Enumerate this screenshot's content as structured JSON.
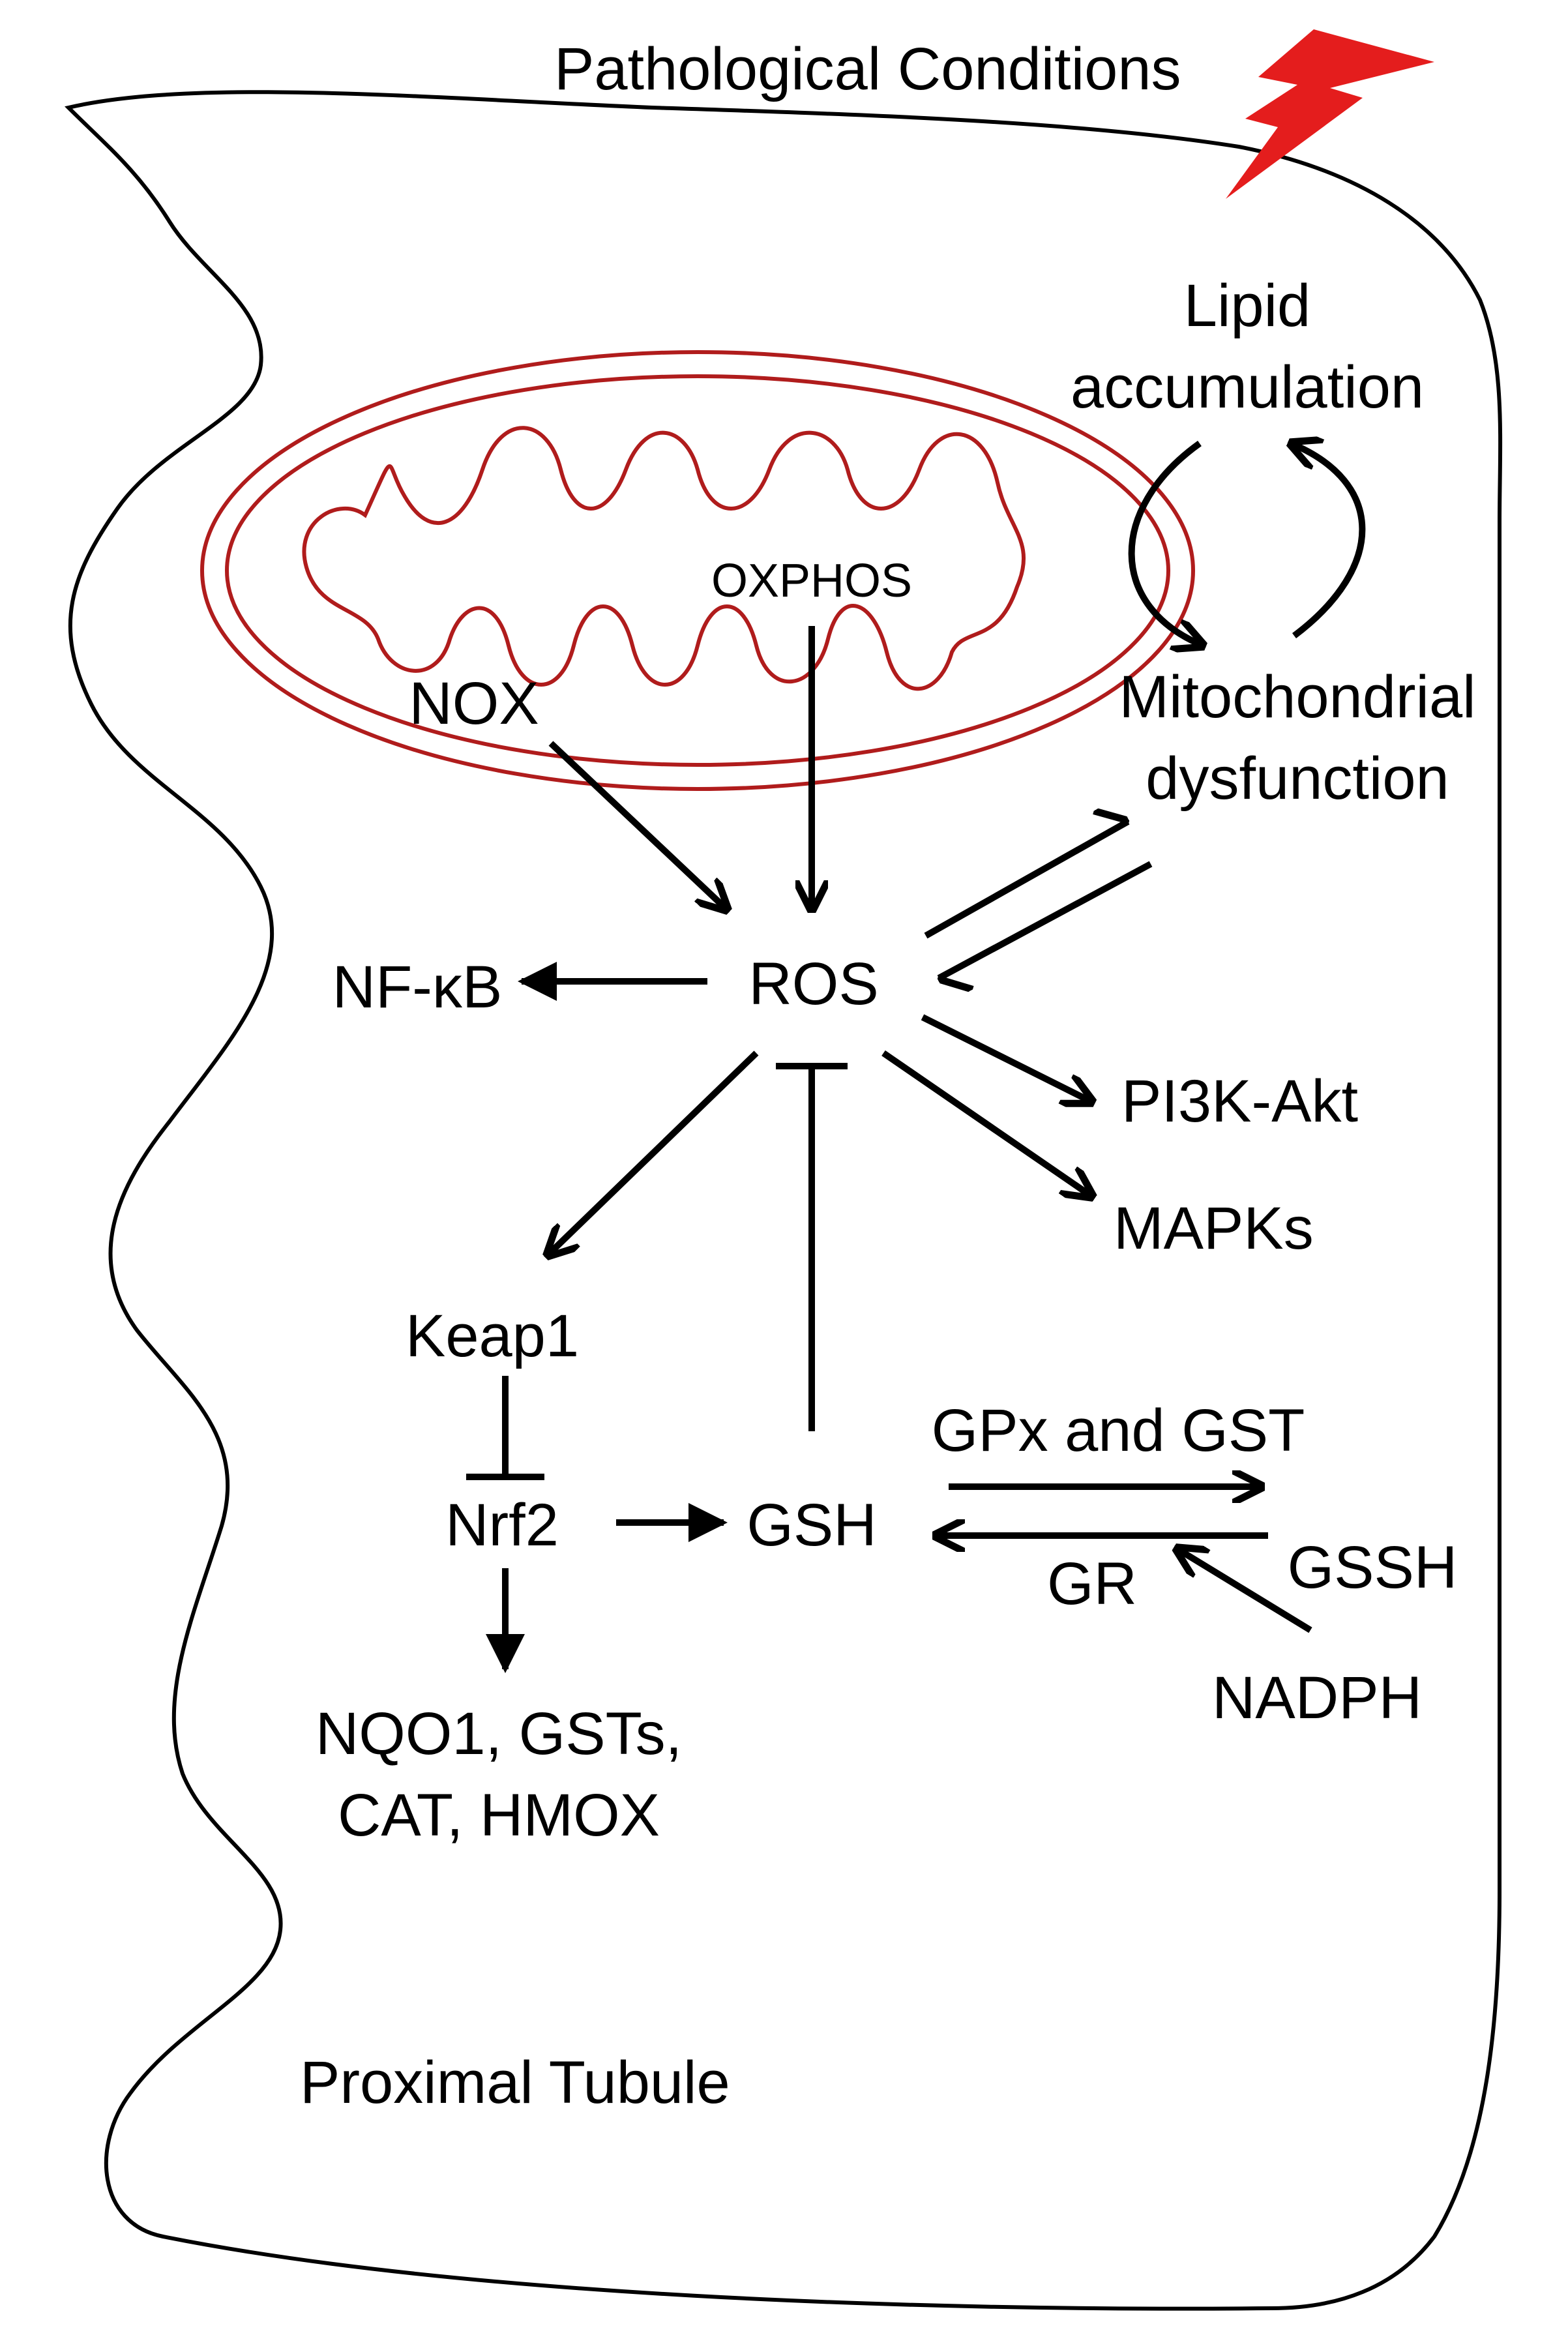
{
  "title": "Pathological Conditions",
  "cell_label": "Proximal Tubule",
  "colors": {
    "lightning": "#e41d1d",
    "mitochondria": "#b01c1c",
    "line": "#000000",
    "background": "#ffffff"
  },
  "icons": {
    "lightning": "lightning-bolt-icon",
    "mitochondrion": "mitochondrion-icon"
  },
  "nodes": {
    "lipid_line1": "Lipid",
    "lipid_line2": "accumulation",
    "mito_line1": "Mitochondrial",
    "mito_line2": "dysfunction",
    "oxphos": "OXPHOS",
    "nox": "NOX",
    "ros": "ROS",
    "nfkb": "NF-κB",
    "pi3k": "PI3K-Akt",
    "mapks": "MAPKs",
    "keap1": "Keap1",
    "nrf2": "Nrf2",
    "gsh": "GSH",
    "gpx_gst": "GPx and GST",
    "gr": "GR",
    "gssh": "GSSH",
    "nadph": "NADPH",
    "targets_line1": "NQO1, GSTs,",
    "targets_line2": "CAT, HMOX"
  },
  "edges": [
    {
      "from": "Lipid accumulation",
      "to": "Mitochondrial dysfunction",
      "type": "activation"
    },
    {
      "from": "Mitochondrial dysfunction",
      "to": "Lipid accumulation",
      "type": "activation"
    },
    {
      "from": "NOX",
      "to": "ROS",
      "type": "activation"
    },
    {
      "from": "OXPHOS",
      "to": "ROS",
      "type": "activation"
    },
    {
      "from": "ROS",
      "to": "Mitochondrial dysfunction",
      "type": "activation"
    },
    {
      "from": "Mitochondrial dysfunction",
      "to": "ROS",
      "type": "activation"
    },
    {
      "from": "ROS",
      "to": "NF-κB",
      "type": "activation"
    },
    {
      "from": "ROS",
      "to": "PI3K-Akt",
      "type": "activation"
    },
    {
      "from": "ROS",
      "to": "MAPKs",
      "type": "activation"
    },
    {
      "from": "ROS",
      "to": "Keap1",
      "type": "activation"
    },
    {
      "from": "GSH",
      "to": "ROS",
      "type": "inhibition"
    },
    {
      "from": "Keap1",
      "to": "Nrf2",
      "type": "inhibition"
    },
    {
      "from": "Nrf2",
      "to": "GSH",
      "type": "activation"
    },
    {
      "from": "Nrf2",
      "to": "NQO1, GSTs, CAT, HMOX",
      "type": "activation"
    },
    {
      "from": "GSH",
      "to": "GSSH",
      "type": "activation",
      "label": "GPx and GST"
    },
    {
      "from": "GSSH",
      "to": "GSH",
      "type": "activation",
      "label": "GR"
    },
    {
      "from": "NADPH",
      "to": "GR",
      "type": "activation"
    }
  ]
}
